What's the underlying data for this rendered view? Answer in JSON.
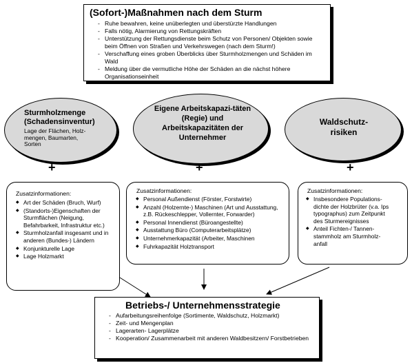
{
  "top": {
    "title": "(Sofort-)Maßnahmen nach dem Sturm",
    "items": [
      "Ruhe bewahren, keine unüberlegten und überstürzte Handlungen",
      "Falls nötig, Alarmierung von Rettungskräften",
      "Unterstützung der Rettungsdienste beim Schutz von Personen/ Objekten sowie beim Öffnen von Straßen und Verkehrswegen (nach dem Sturm!)",
      "Verschaffung eines groben Überblicks über Sturmholzmengen und Schäden im Wald",
      "Meldung über die vermutliche Höhe der Schäden an die nächst höhere Organisationseinheit"
    ]
  },
  "ellipses": [
    {
      "title": "Sturmholzmenge (Schadensinventur)",
      "subtitle": "Lage der Flächen, Holz-mengen, Baumarten, Sorten"
    },
    {
      "title": "Eigene Arbeitskapazi-täten (Regie) und Arbeitskapazitäten der Unternehmer",
      "subtitle": ""
    },
    {
      "title": "Waldschutz-risiken",
      "subtitle": ""
    }
  ],
  "plus_sign": "+",
  "info": [
    {
      "heading": "Zusatzinformationen:",
      "items": [
        "Art der Schäden (Bruch, Wurf)",
        "(Standorts-)Eigenschaften der Sturmflächen (Neigung, Befahrbarkeit, Infrastruktur etc.)",
        "Sturmholzanfall insgesamt und in anderen (Bundes-) Ländern",
        "Konjunkturelle Lage",
        "Lage Holzmarkt"
      ]
    },
    {
      "heading": "Zusatzinformationen:",
      "items": [
        "Personal Außendienst (Förster, Forstwirte)",
        "Anzahl (Holzernte-) Maschinen (Art und Ausstattung, z.B. Rückeschlepper, Vollernter, Forwarder)",
        "Personal Innendienst (Büroangestellte)",
        "Ausstattung Büro (Computerarbeitsplätze)",
        "Unternehmerkapazität (Arbeiter, Maschinen",
        "Fuhrkapazität Holztransport"
      ]
    },
    {
      "heading": "Zusatzinformationen:",
      "items": [
        "Insbesondere Populations-dichte der Holzbrüter (v.a. Ips typographus) zum Zeitpunkt des Sturmereignisses",
        "Anteil Fichten-/ Tannen-stammholz am Sturmholz-anfall"
      ]
    }
  ],
  "bottom": {
    "title": "Betriebs-/ Unternehmensstrategie",
    "items": [
      "Aufarbeitungsreihenfolge (Sortimente, Waldschutz, Holzmarkt)",
      "Zeit- und Mengenplan",
      "Lagerarten- Lagerplätze",
      "Kooperation/ Zusammenarbeit mit anderen Waldbesitzern/ Forstbetrieben"
    ]
  }
}
